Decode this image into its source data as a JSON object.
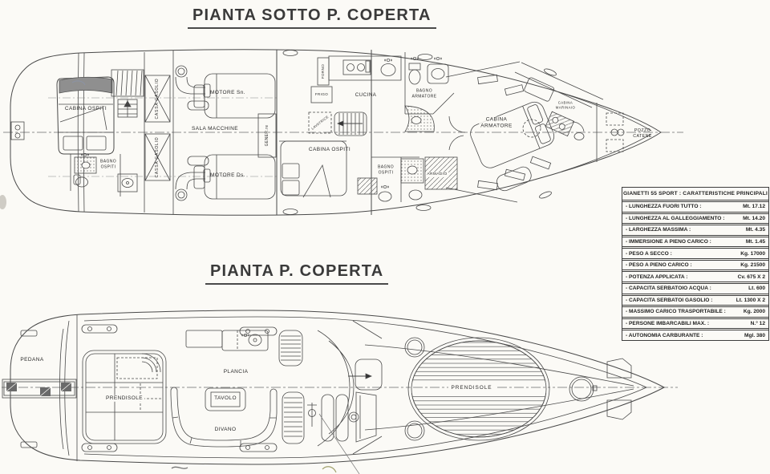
{
  "colors": {
    "ink": "#4a4a4a",
    "paper": "#fbfaf6"
  },
  "titles": {
    "underdeck": "PIANTA SOTTO P. COPERTA",
    "maindeck": "PIANTA P. COPERTA"
  },
  "underdeck_labels": {
    "cabina_ospiti_aft": "CABINA OSPITI",
    "bagno_ospiti_aft": "BAGNO\nOSPITI",
    "cassa_gasolio_upper": "CASSA GASOLIO",
    "cassa_gasolio_lower": "CASSA GASOLIO",
    "motore_sn": "MOTORE Sn.",
    "sala_macchine": "SALA MACCHINE",
    "motore_ds": "MOTORE Ds.",
    "generatore": "GENER.re",
    "forno": "FORNO",
    "frigo": "FRIGO",
    "lavatrice": "LAVATRICE",
    "cucina": "CUCINA",
    "cabina_ospiti_mid": "CABINA OSPITI",
    "bagno_armatore": "BAGNO\nARMATORE",
    "bagno_ospiti_mid": "BAGNO\nOSPITI",
    "armadio": "ARMADIO",
    "cabina_armatore": "CABINA\nARMATORE",
    "cabina_marinaio": "CABINA\nMARINAIO",
    "pozzo_catene": "POZZO\nCATENE"
  },
  "maindeck_labels": {
    "pedana": "PEDANA",
    "prendisole_aft": "PRENDISOLE",
    "plancia": "PLANCIA",
    "tavolo": "TAVOLO",
    "divano": "DIVANO",
    "prendisole_bow": "PRENDISOLE"
  },
  "spec_table": {
    "header": "GIANETTI 55 SPORT :  CARATTERISTICHE PRINCIPALI",
    "rows": [
      {
        "label": "- LUNGHEZZA FUORI TUTTO :",
        "value": "Mt. 17.12"
      },
      {
        "label": "- LUNGHEZZA AL GALLEGGIAMENTO :",
        "value": "Mt. 14.20"
      },
      {
        "label": "- LARGHEZZA MASSIMA :",
        "value": "Mt. 4.35"
      },
      {
        "label": "- IMMERSIONE A PIENO CARICO :",
        "value": "Mt. 1.45"
      },
      {
        "label": "- PESO A SECCO :",
        "value": "Kg. 17000"
      },
      {
        "label": "- PESO A PIENO CARICO :",
        "value": "Kg. 21500"
      },
      {
        "label": "- POTENZA APPLICATA :",
        "value": "Cv. 675 X 2"
      },
      {
        "label": "- CAPACITA SERBATOIO ACQUA :",
        "value": "Lt. 600"
      },
      {
        "label": "- CAPACITA SERBATOI GASOLIO :",
        "value": "Lt. 1300 X 2"
      },
      {
        "label": "- MASSIMO CARICO TRASPORTABILE :",
        "value": "Kg. 2000"
      },
      {
        "label": "- PERSONE IMBARCABILI MAX. :",
        "value": "N.° 12"
      },
      {
        "label": "- AUTONOMIA CARBURANTE :",
        "value": "Mgl. 380"
      }
    ]
  }
}
